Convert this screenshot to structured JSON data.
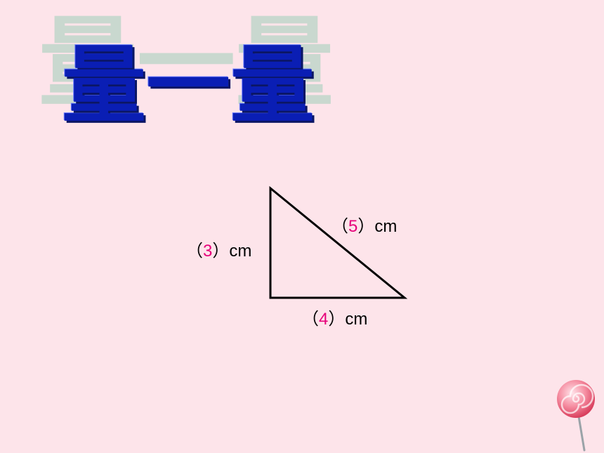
{
  "title": "量一量",
  "triangle": {
    "vertical_side": {
      "open": "（",
      "value": "3",
      "close": "）",
      "unit": "cm"
    },
    "hypotenuse": {
      "open": "（",
      "value": "5",
      "close": "）",
      "unit": "cm"
    },
    "bottom_side": {
      "open": "（",
      "value": "4",
      "close": "）",
      "unit": "cm"
    }
  },
  "colors": {
    "background": "#fde4ea",
    "title": "#0a1eb4",
    "title_shadow": "#c9d8cf",
    "answer": "#e6007a"
  },
  "icons": [
    "lollipop-icon"
  ]
}
